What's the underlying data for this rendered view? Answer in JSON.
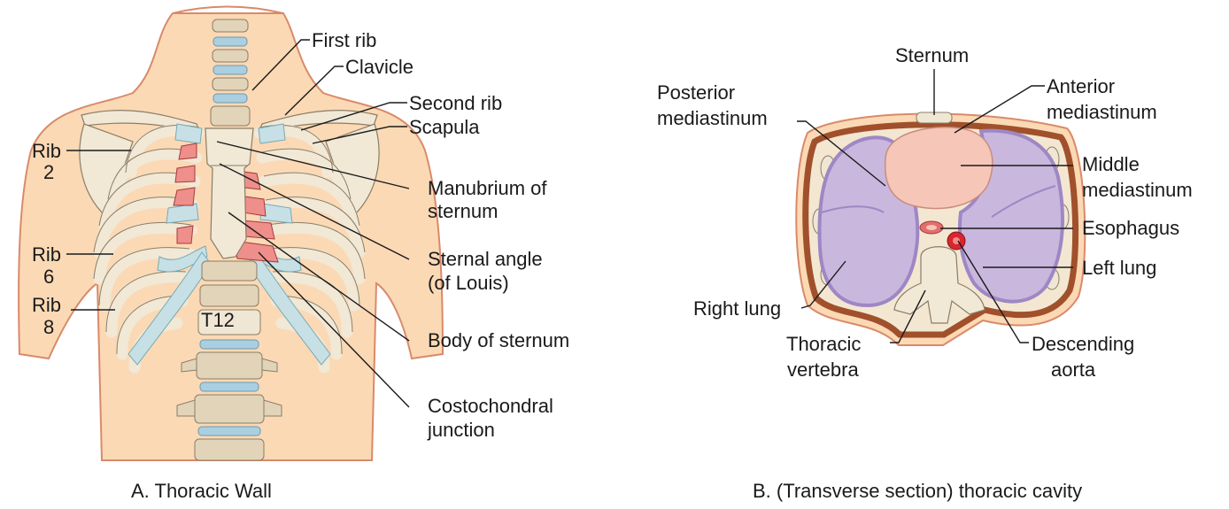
{
  "panel_a": {
    "caption": "A. Thoracic Wall",
    "labels": {
      "first_rib": "First rib",
      "clavicle": "Clavicle",
      "second_rib": "Second rib",
      "scapula": "Scapula",
      "manubrium_1": "Manubrium of",
      "manubrium_2": "sternum",
      "sternal_angle_1": "Sternal angle",
      "sternal_angle_2": "(of Louis)",
      "body_sternum": "Body of sternum",
      "costochondral_1": "Costochondral",
      "costochondral_2": "junction",
      "rib2_a": "Rib",
      "rib2_b": "2",
      "rib6_a": "Rib",
      "rib6_b": "6",
      "rib8_a": "Rib",
      "rib8_b": "8",
      "t12": "T12"
    }
  },
  "panel_b": {
    "caption": "B. (Transverse section) thoracic cavity",
    "labels": {
      "sternum": "Sternum",
      "post_med_1": "Posterior",
      "post_med_2": "mediastinum",
      "ant_med_1": "Anterior",
      "ant_med_2": "mediastinum",
      "mid_med_1": "Middle",
      "mid_med_2": "mediastinum",
      "esophagus": "Esophagus",
      "left_lung": "Left lung",
      "right_lung": "Right lung",
      "thoracic_1": "Thoracic",
      "thoracic_2": "vertebra",
      "desc_aorta_1": "Descending",
      "desc_aorta_2": "aorta"
    }
  },
  "colors": {
    "skin": "#fbd9b5",
    "bone": "#f1e8d6",
    "cartilage": "#c6e0e6",
    "intercostal": "#ef8f8b",
    "lung": "#c9b7de",
    "heart": "#f6c6b8",
    "chest_wall": "#a1502c",
    "aorta": "#d8262e"
  }
}
